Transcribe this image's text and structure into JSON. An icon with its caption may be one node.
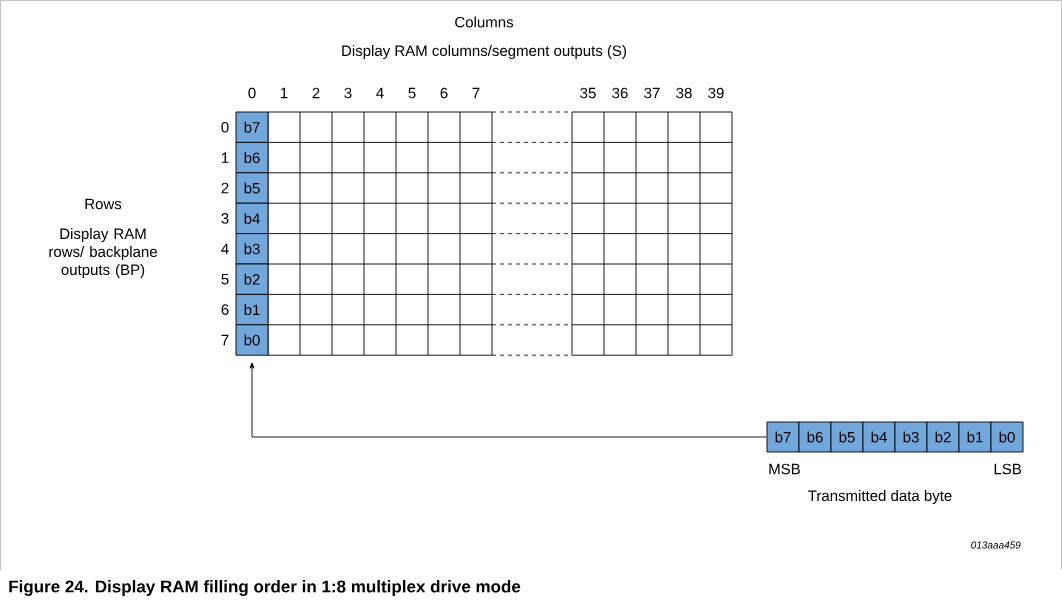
{
  "diagram": {
    "caption": "Figure 24. Display RAM filling order in 1:8 multiplex drive mode",
    "nodes": [
      {
        "text": [
          "b7"
        ]
      },
      {
        "text": [
          "b6"
        ]
      },
      {
        "text": [
          "b5"
        ]
      },
      {
        "text": [
          "b4"
        ]
      },
      {
        "text": [
          "b3"
        ]
      },
      {
        "text": [
          "b2"
        ]
      },
      {
        "text": [
          "b1"
        ]
      },
      {
        "text": [
          "b0"
        ]
      },
      {
        "text": [
          "b7"
        ]
      },
      {
        "text": [
          "b6"
        ]
      },
      {
        "text": [
          "b5"
        ]
      },
      {
        "text": [
          "b4"
        ]
      },
      {
        "text": [
          "b3"
        ]
      },
      {
        "text": [
          "b2"
        ]
      },
      {
        "text": [
          "b1"
        ]
      },
      {
        "text": [
          "b0"
        ]
      }
    ],
    "edges": [
      {
        "from": 8,
        "to": 7,
        "arrow": "to"
      }
    ],
    "labels": [
      "Columns",
      "Display RAM columns/segment outputs (S)",
      "0",
      "1",
      "2",
      "3",
      "4",
      "5",
      "6",
      "7",
      "35",
      "36",
      "37",
      "38",
      "39",
      "Rows",
      "Display RAM rows/ backplane outputs (BP)",
      "0",
      "1",
      "2",
      "3",
      "4",
      "5",
      "6",
      "7",
      "MSB",
      "LSB",
      "Transmitted data byte",
      "013aaa459"
    ]
  }
}
